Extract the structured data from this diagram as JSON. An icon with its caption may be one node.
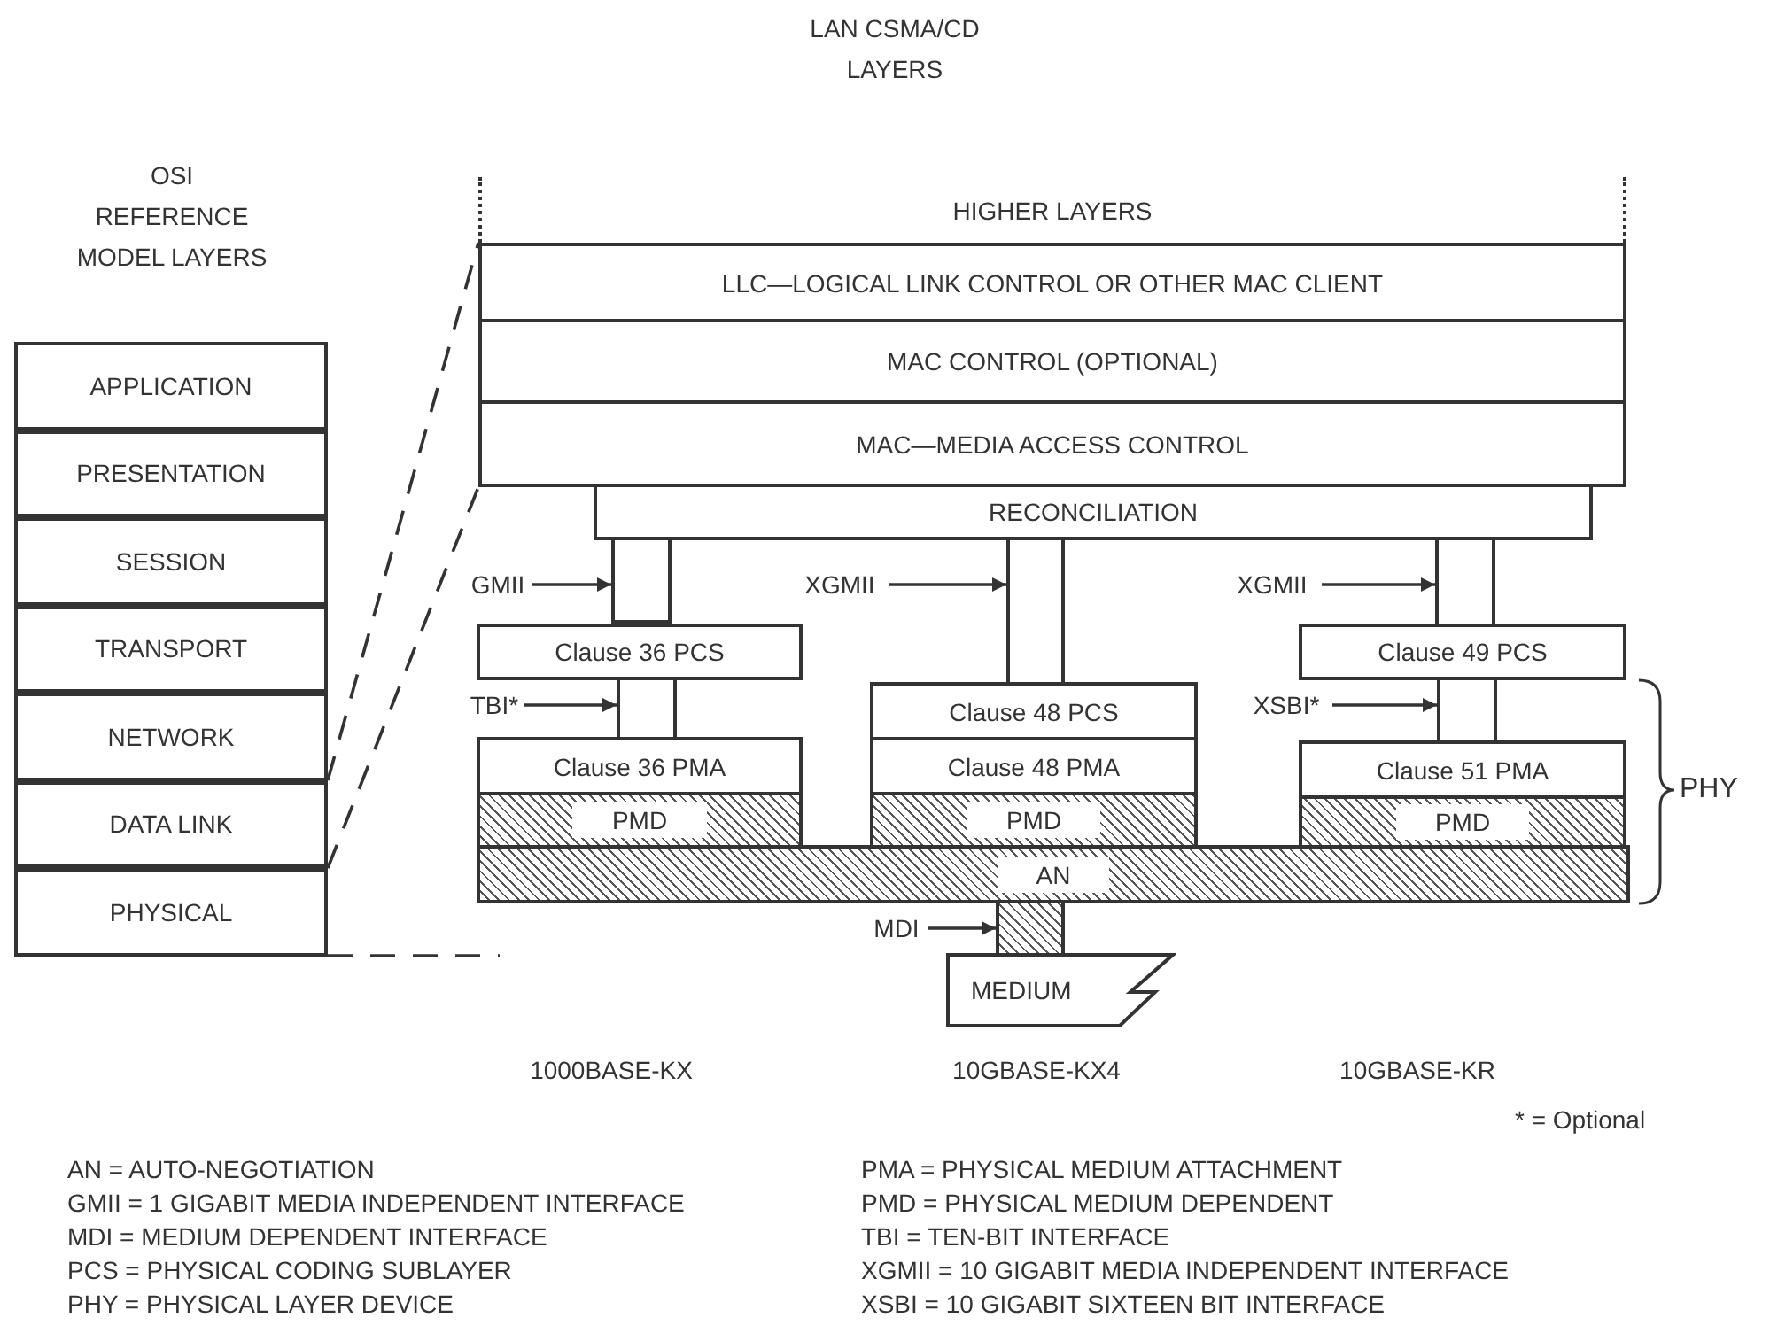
{
  "diagram": {
    "nodes": [
      {
        "text": [
          "APPLICATION"
        ]
      },
      {
        "text": [
          "PRESENTATION"
        ]
      },
      {
        "text": [
          "SESSION"
        ]
      },
      {
        "text": [
          "TRANSPORT"
        ]
      },
      {
        "text": [
          "NETWORK"
        ]
      },
      {
        "text": [
          "DATA LINK"
        ]
      },
      {
        "text": [
          "PHYSICAL"
        ]
      },
      {
        "text": [
          "HIGHER LAYERS"
        ]
      },
      {
        "text": [
          "LLC—LOGICAL LINK CONTROL OR OTHER MAC CLIENT"
        ]
      },
      {
        "text": [
          "MAC CONTROL (OPTIONAL)"
        ]
      },
      {
        "text": [
          "MAC—MEDIA ACCESS CONTROL"
        ]
      },
      {
        "text": [
          "RECONCILIATION"
        ]
      },
      {
        "text": [
          "GMII"
        ]
      },
      {
        "text": [],
        "shape": "bar"
      },
      {
        "text": [
          "XGMII"
        ]
      },
      {
        "text": [],
        "shape": "bar"
      },
      {
        "text": [
          "XGMII"
        ]
      },
      {
        "text": [],
        "shape": "bar"
      },
      {
        "text": [
          "Clause 36 PCS"
        ]
      },
      {
        "text": [
          "Clause 49 PCS"
        ]
      },
      {
        "text": [
          "TBI*"
        ]
      },
      {
        "text": [],
        "shape": "bar"
      },
      {
        "text": [
          "Clause 48 PCS"
        ]
      },
      {
        "text": [
          "XSBI*"
        ]
      },
      {
        "text": [],
        "shape": "bar"
      },
      {
        "text": [
          "Clause 36 PMA"
        ]
      },
      {
        "text": [
          "Clause 48 PMA"
        ]
      },
      {
        "text": [
          "Clause 51 PMA"
        ]
      },
      {
        "text": [
          "PMD"
        ]
      },
      {
        "text": [
          "PMD"
        ]
      },
      {
        "text": [
          "PMD"
        ]
      },
      {
        "text": [
          "AN"
        ]
      },
      {
        "text": [
          "MDI"
        ]
      },
      {
        "text": [],
        "shape": "bar"
      },
      {
        "text": [
          "MEDIUM"
        ]
      }
    ],
    "edges": [
      {
        "from": 12,
        "to": 13,
        "arrow": "to"
      },
      {
        "from": 14,
        "to": 15,
        "arrow": "to"
      },
      {
        "from": 16,
        "to": 17,
        "arrow": "to"
      },
      {
        "from": 20,
        "to": 21,
        "arrow": "to"
      },
      {
        "from": 23,
        "to": 24,
        "arrow": "to"
      },
      {
        "from": 32,
        "to": 33,
        "arrow": "to"
      },
      {
        "from": 5,
        "to": 8,
        "arrow": "none",
        "style": "dashed"
      },
      {
        "from": 6,
        "to": 10,
        "arrow": "none",
        "style": "dashed"
      },
      {
        "from": 6,
        "to": null,
        "arrow": "none",
        "style": "dashed"
      }
    ],
    "labels": [
      "LAN CSMA/CD LAYERS",
      "OSI REFERENCE MODEL LAYERS",
      "PHY",
      "1000BASE-KX",
      "10GBASE-KX4",
      "10GBASE-KR",
      "* = Optional",
      "AN = AUTO-NEGOTIATION",
      "GMII = 1 GIGABIT MEDIA INDEPENDENT INTERFACE",
      "MDI = MEDIUM DEPENDENT INTERFACE",
      "PCS = PHYSICAL CODING SUBLAYER",
      "PHY = PHYSICAL LAYER DEVICE",
      "PMA = PHYSICAL MEDIUM ATTACHMENT",
      "PMD = PHYSICAL MEDIUM DEPENDENT",
      "TBI = TEN-BIT INTERFACE",
      "XGMII = 10 GIGABIT MEDIA INDEPENDENT INTERFACE",
      "XSBI = 10 GIGABIT SIXTEEN BIT INTERFACE"
    ]
  }
}
